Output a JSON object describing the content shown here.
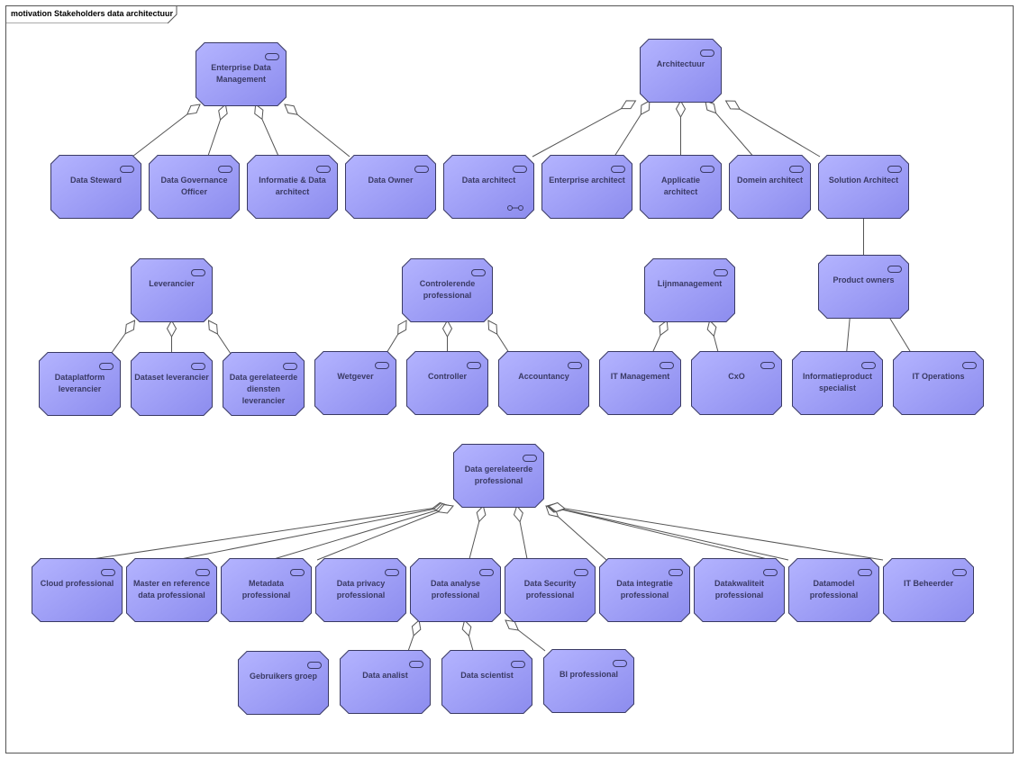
{
  "diagram": {
    "title": "motivation Stakeholders data architectuur",
    "node_fill_start": "#b4b4ff",
    "node_fill_end": "#8c8cee",
    "stroke": "#3a3a64",
    "line_color": "#555555"
  },
  "nodes": {
    "edm": "Enterprise Data Management",
    "data_steward": "Data Steward",
    "dgo": "Data Governance Officer",
    "info_data_arch": "Informatie & Data architect",
    "data_owner": "Data Owner",
    "architectuur": "Architectuur",
    "data_architect": "Data architect",
    "enterprise_architect": "Enterprise architect",
    "applicatie_architect": "Applicatie architect",
    "domein_architect": "Domein architect",
    "solution_architect": "Solution Architect",
    "product_owners": "Product owners",
    "leverancier": "Leverancier",
    "dataplatform_lev": "Dataplatform leverancier",
    "dataset_lev": "Dataset leverancier",
    "data_diensten_lev": "Data gerelateerde diensten leverancier",
    "controlerende": "Controlerende professional",
    "wetgever": "Wetgever",
    "controller": "Controller",
    "accountancy": "Accountancy",
    "lijnmanagement": "Lijnmanagement",
    "it_management": "IT Management",
    "cxo": "CxO",
    "infoproduct_spec": "Informatieproduct specialist",
    "it_operations": "IT Operations",
    "data_prof": "Data gerelateerde professional",
    "cloud_prof": "Cloud professional",
    "master_ref": "Master en reference data professional",
    "metadata_prof": "Metadata professional",
    "privacy_prof": "Data privacy professional",
    "analyse_prof": "Data analyse professional",
    "security_prof": "Data Security professional",
    "integratie_prof": "Data integratie professional",
    "kwaliteit_prof": "Datakwaliteit professional",
    "datamodel_prof": "Datamodel professional",
    "it_beheerder": "IT Beheerder",
    "gebruikers": "Gebruikers groep",
    "data_analist": "Data analist",
    "data_scientist": "Data scientist",
    "bi_prof": "BI professional"
  }
}
